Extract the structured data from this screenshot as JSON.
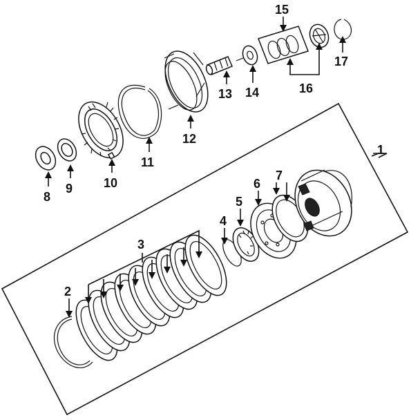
{
  "diagram": {
    "callouts": [
      "1",
      "2",
      "3",
      "4",
      "5",
      "6",
      "7",
      "8",
      "9",
      "10",
      "11",
      "12",
      "13",
      "14",
      "15",
      "16",
      "17"
    ]
  },
  "colors": {
    "ink": "#111111",
    "background": "#ffffff"
  }
}
